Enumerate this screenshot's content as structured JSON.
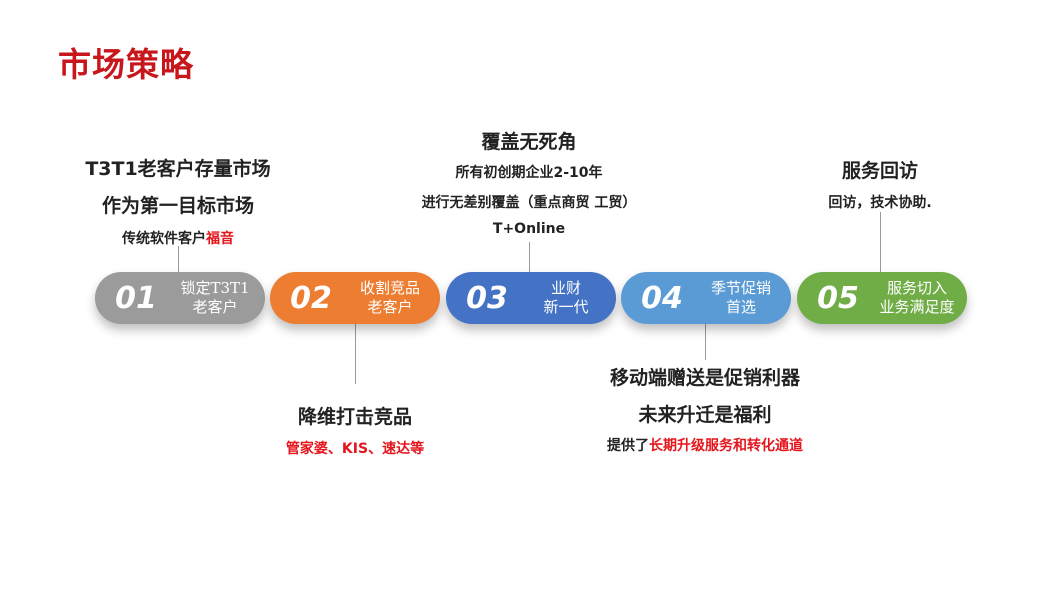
{
  "title": "市场策略",
  "steps": [
    {
      "num": "01",
      "label": "锁定T3T1\n老客户",
      "color": "#9b9b9b"
    },
    {
      "num": "02",
      "label": "收割竞品\n老客户",
      "color": "#ed7d31"
    },
    {
      "num": "03",
      "label": "业财\n新一代",
      "color": "#4472c4"
    },
    {
      "num": "04",
      "label": "季节促销\n首选",
      "color": "#5b9bd5"
    },
    {
      "num": "05",
      "label": "服务切入\n业务满足度",
      "color": "#70ad47"
    }
  ],
  "notes": {
    "s1": {
      "line1": "T3T1老客户存量市场",
      "line2": "作为第一目标市场",
      "line3_prefix": "传统软件客户",
      "line3_highlight": "福音"
    },
    "s2": {
      "line1": "降维打击竞品",
      "line2_highlight": "管家婆、KIS、速达等"
    },
    "s3": {
      "line1": "覆盖无死角",
      "line2": "所有初创期企业2-10年",
      "line3": "进行无差别覆盖（重点商贸 工贸）",
      "line4": "T+Online"
    },
    "s4": {
      "line1": "移动端赠送是促销利器",
      "line2": "未来升迁是福利",
      "line3_prefix": "提供了",
      "line3_highlight": "长期升级服务和转化通道"
    },
    "s5": {
      "line1": "服务回访",
      "line2": "回访，技术协助."
    }
  },
  "colors": {
    "title": "#c8161d",
    "highlight": "#e5151c"
  }
}
